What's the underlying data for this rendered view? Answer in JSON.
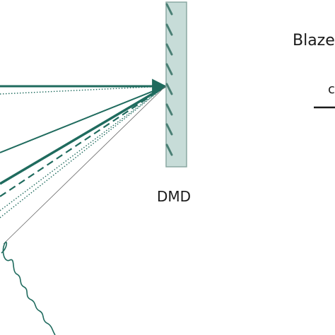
{
  "labels": {
    "dmd": "DMD",
    "blaze_partial": "Blaze",
    "partial_symbol": "c"
  },
  "colors": {
    "beam": "#1f6b5e",
    "mirror_fill": "#c7dcd8",
    "mirror_stroke": "#8aa8a2",
    "micromirror": "#4a7f74",
    "text": "#1a1a1a"
  }
}
